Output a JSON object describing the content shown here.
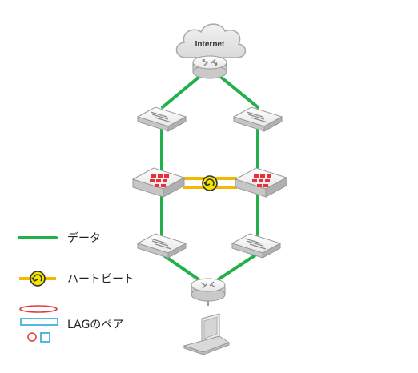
{
  "cloud": {
    "label": "Internet"
  },
  "legend": {
    "data_label": "データ",
    "heartbeat_label": "ハートビート",
    "lag_label": "LAGのペア"
  },
  "colors": {
    "data_link": "#22b04b",
    "heartbeat_link": "#f5b800",
    "heartbeat_icon": "#f3e500",
    "lag_red": "#e33b3b",
    "lag_blue": "#2aa6d8",
    "firewall_red": "#e8303a"
  }
}
